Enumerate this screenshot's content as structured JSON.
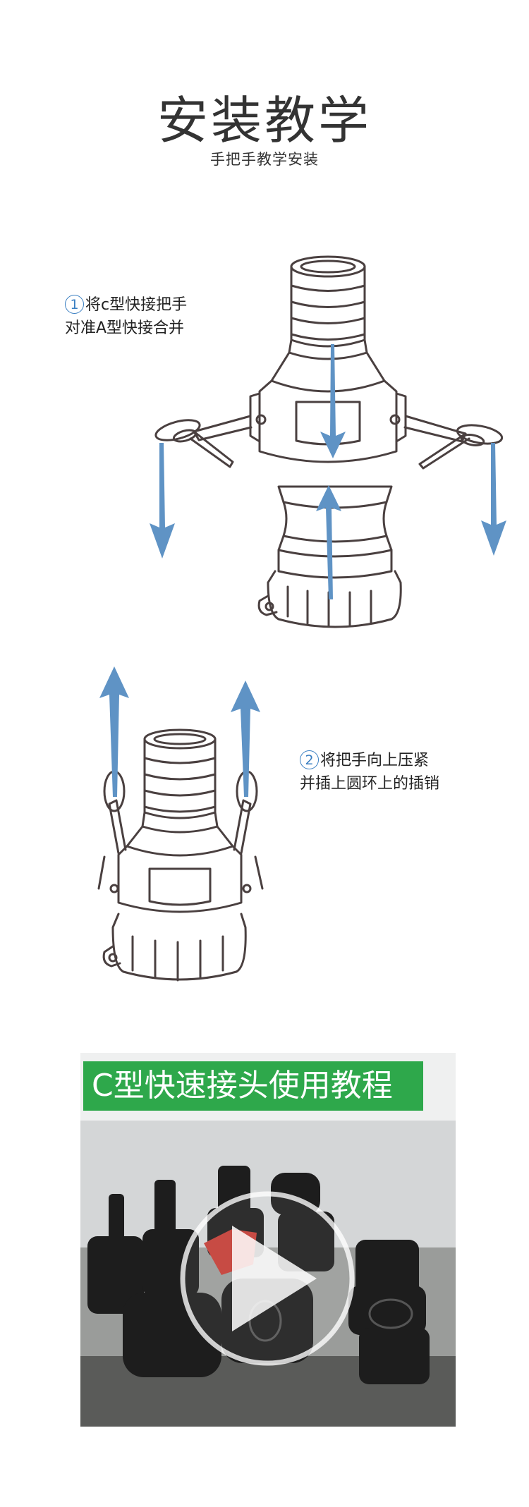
{
  "header": {
    "title": "安装教学",
    "subtitle": "手把手教学安装"
  },
  "step1": {
    "number": "1",
    "line1": "将c型快接把手",
    "line2": "对准A型快接合并"
  },
  "step2": {
    "number": "2",
    "line1": "将把手向上压紧",
    "line2": "并插上圆环上的插销"
  },
  "video": {
    "title": "C型快速接头使用教程",
    "play_icon": "play-icon"
  },
  "colors": {
    "arrow": "#5f93c5",
    "circle_number": "#3a7fc2",
    "line_art": "#4a4040",
    "banner": "#2ea84b"
  }
}
